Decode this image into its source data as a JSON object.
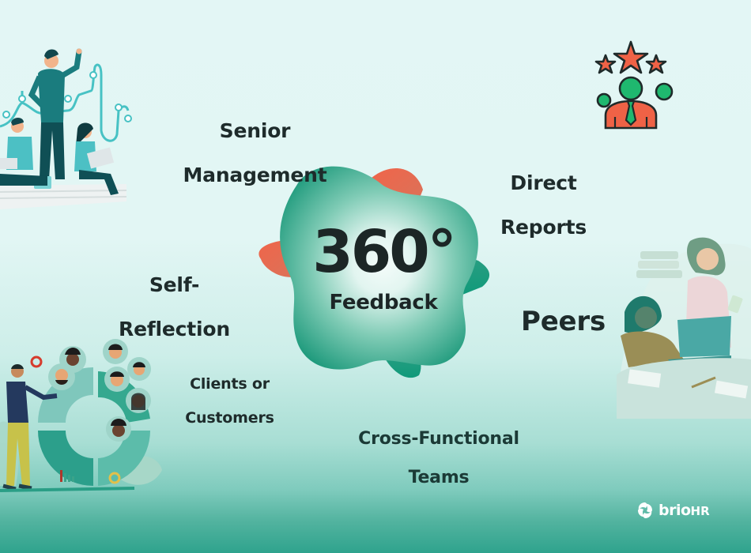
{
  "hub": {
    "title": "360°",
    "subtitle": "Feedback",
    "colors": {
      "green": "#1f9a7e",
      "green_light": "#e9f8f4",
      "coral": "#ec6a4e"
    }
  },
  "sources": [
    {
      "id": "senior",
      "line1": "Senior",
      "line2": "Management"
    },
    {
      "id": "direct",
      "line1": "Direct",
      "line2": "Reports"
    },
    {
      "id": "self",
      "line1": "Self-",
      "line2": "Reflection"
    },
    {
      "id": "peers",
      "line1": "Peers"
    },
    {
      "id": "clients",
      "line1": "Clients or",
      "line2": "Customers"
    },
    {
      "id": "cross",
      "line1": "Cross-Functional",
      "line2": "Teams"
    }
  ],
  "illustrations": {
    "senior": "team-leader-illustration",
    "direct": "manager-stars-icon",
    "peers": "coworkers-illustration",
    "clients": "customer-circle-illustration"
  },
  "brand": {
    "name": "brio",
    "suffix": "HR",
    "color": "#ffffff"
  },
  "colors": {
    "bg_top": "#e3f6f5",
    "bg_bottom": "#2fa38d",
    "text": "#1e2b2b",
    "coral": "#ef6246",
    "icon_green": "#1fb86f"
  }
}
